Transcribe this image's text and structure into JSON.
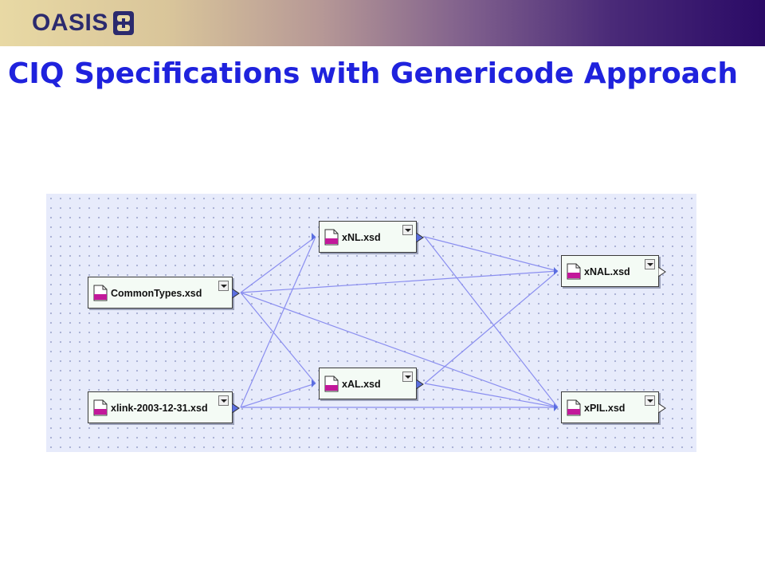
{
  "header": {
    "logo_text": "OASIS",
    "title": "CIQ Specifications with Genericode Approach"
  },
  "diagram": {
    "nodes": [
      {
        "id": "commontypes",
        "label": "CommonTypes.xsd",
        "icon": "xsd-file-icon",
        "port": "filled"
      },
      {
        "id": "xlink",
        "label": "xlink-2003-12-31.xsd",
        "icon": "xsd-file-icon",
        "port": "filled"
      },
      {
        "id": "xnl",
        "label": "xNL.xsd",
        "icon": "xsd-file-icon",
        "port": "filled"
      },
      {
        "id": "xal",
        "label": "xAL.xsd",
        "icon": "xsd-file-icon",
        "port": "filled"
      },
      {
        "id": "xnal",
        "label": "xNAL.xsd",
        "icon": "xsd-file-icon",
        "port": "open"
      },
      {
        "id": "xpil",
        "label": "xPIL.xsd",
        "icon": "xsd-file-icon",
        "port": "open"
      }
    ],
    "edges": [
      {
        "from": "commontypes",
        "to": "xnl"
      },
      {
        "from": "commontypes",
        "to": "xal"
      },
      {
        "from": "commontypes",
        "to": "xnal"
      },
      {
        "from": "commontypes",
        "to": "xpil"
      },
      {
        "from": "xlink",
        "to": "xnl"
      },
      {
        "from": "xlink",
        "to": "xal"
      },
      {
        "from": "xlink",
        "to": "xpil"
      },
      {
        "from": "xnl",
        "to": "xnal"
      },
      {
        "from": "xnl",
        "to": "xpil"
      },
      {
        "from": "xal",
        "to": "xnal"
      },
      {
        "from": "xal",
        "to": "xpil"
      }
    ],
    "colors": {
      "edge": "#8a8ef0",
      "port_fill": "#5a6ee0",
      "icon_accent": "#c2189a",
      "background": "#e7ebfb"
    }
  }
}
